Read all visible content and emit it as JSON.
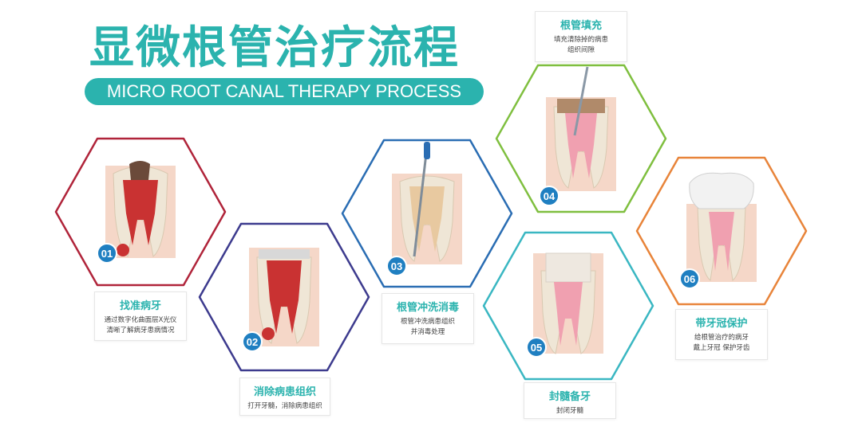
{
  "title": {
    "chinese": "显微根管治疗流程",
    "english": "MICRO ROOT CANAL THERAPY PROCESS"
  },
  "colors": {
    "accent": "#2bb3ae",
    "step1": "#b0243a",
    "step2": "#3d3b8e",
    "step3": "#2a6db3",
    "step4": "#7fbf3f",
    "step5": "#3ab7c2",
    "step6": "#e8843a",
    "badge": "#1f7fc1"
  },
  "steps": [
    {
      "number": "01",
      "title": "找准病牙",
      "description": "通过数字化曲面层X光仪\n清晰了解病牙患病情况"
    },
    {
      "number": "02",
      "title": "消除病患组织",
      "description": "打开牙髓，消除病患组织"
    },
    {
      "number": "03",
      "title": "根管冲洗消毒",
      "description": "根管冲洗病患组织\n并消毒处理"
    },
    {
      "number": "04",
      "title": "根管填充",
      "description": "填充清除掉的病患\n组织间隙"
    },
    {
      "number": "05",
      "title": "封髓备牙",
      "description": "封闭牙髓"
    },
    {
      "number": "06",
      "title": "带牙冠保护",
      "description": "给根管治疗的病牙\n戴上牙冠  保护牙齿"
    }
  ]
}
